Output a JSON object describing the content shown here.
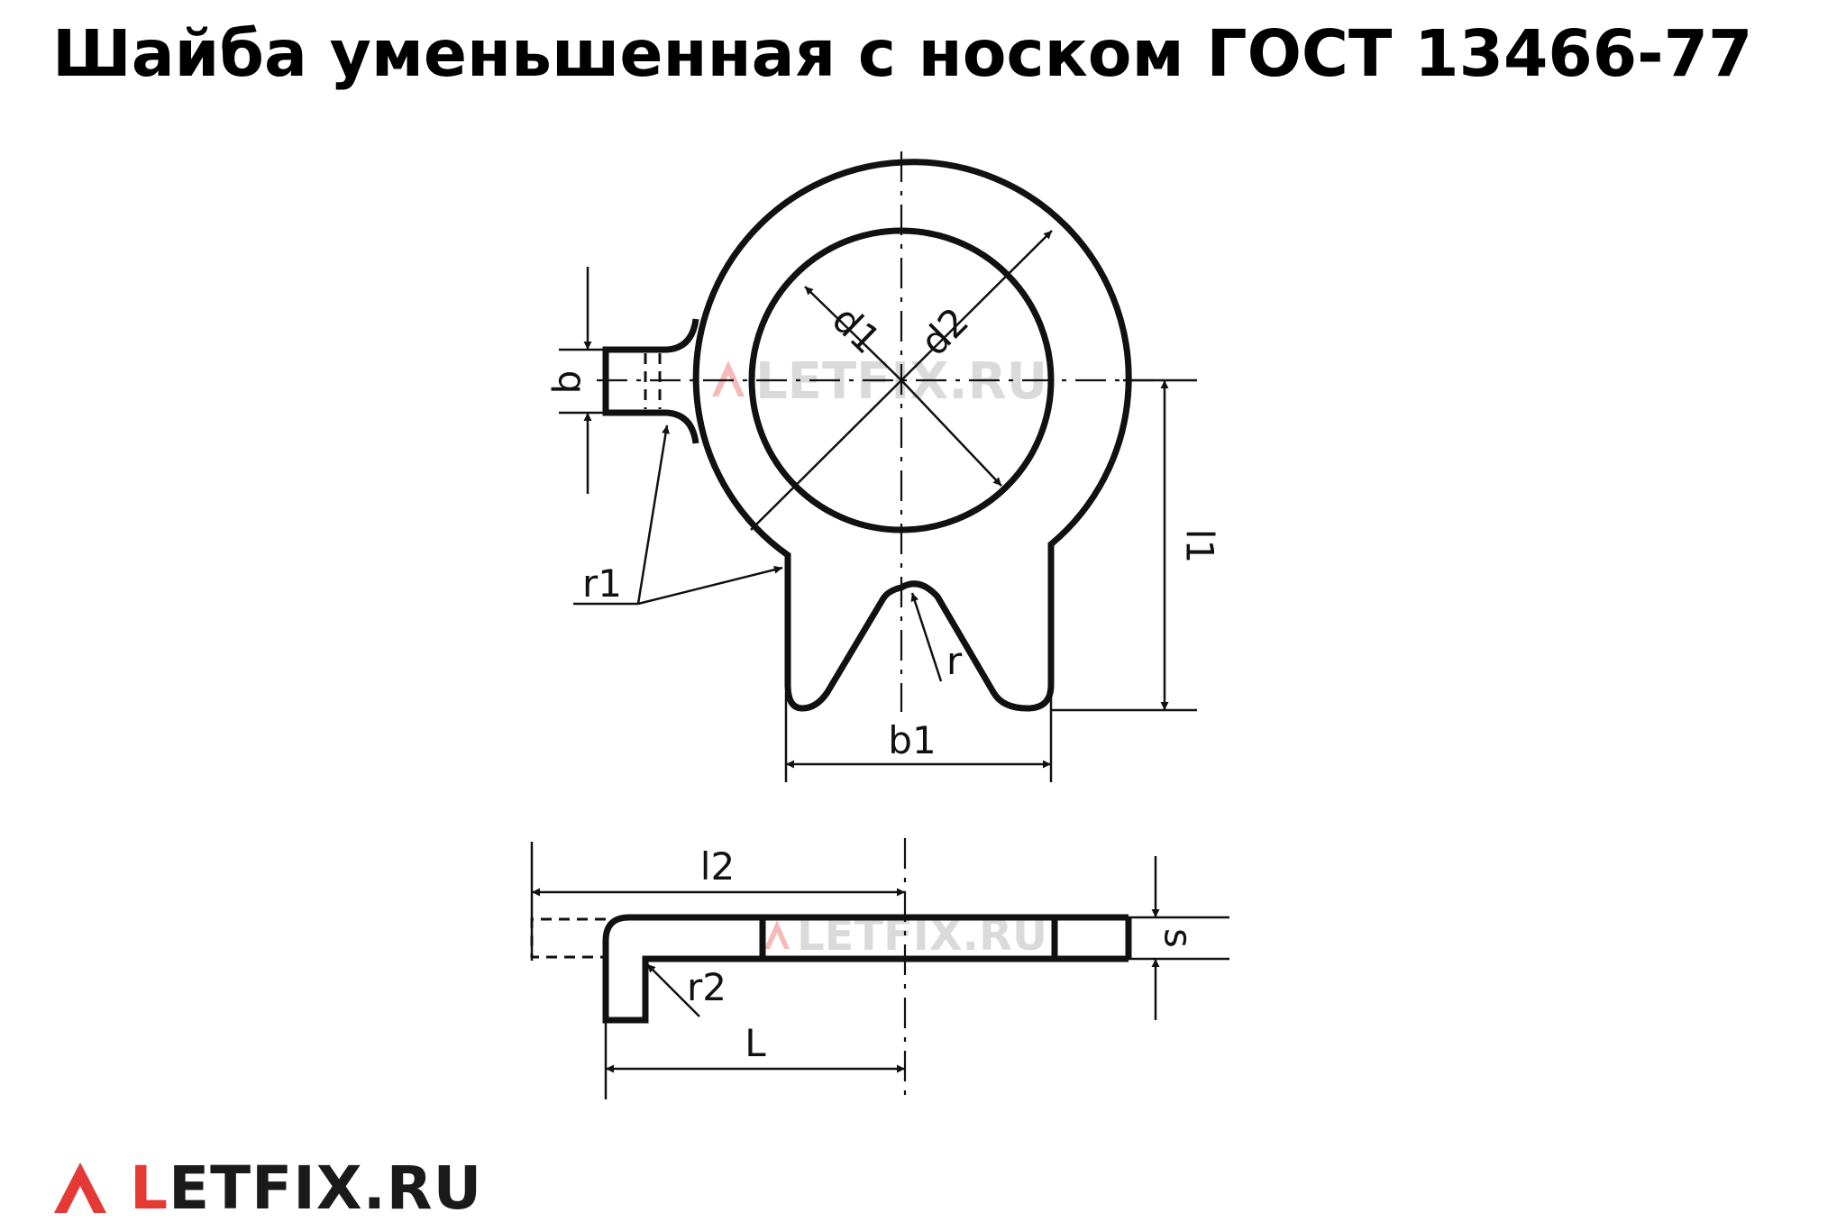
{
  "title": "Шайба уменьшенная с носком ГОСТ 13466-77",
  "labels": {
    "b": "b",
    "d1": "d1",
    "d2": "d2",
    "r1": "r1",
    "r": "r",
    "l1": "l1",
    "b1": "b1",
    "l2": "l2",
    "s": "s",
    "r2": "r2",
    "L": "L"
  },
  "watermark": "LETFIX.RU",
  "logo": {
    "first_letter": "L",
    "rest": "ETFIX.RU",
    "accent_color": "#e53935",
    "icon": "caret-up-icon"
  }
}
